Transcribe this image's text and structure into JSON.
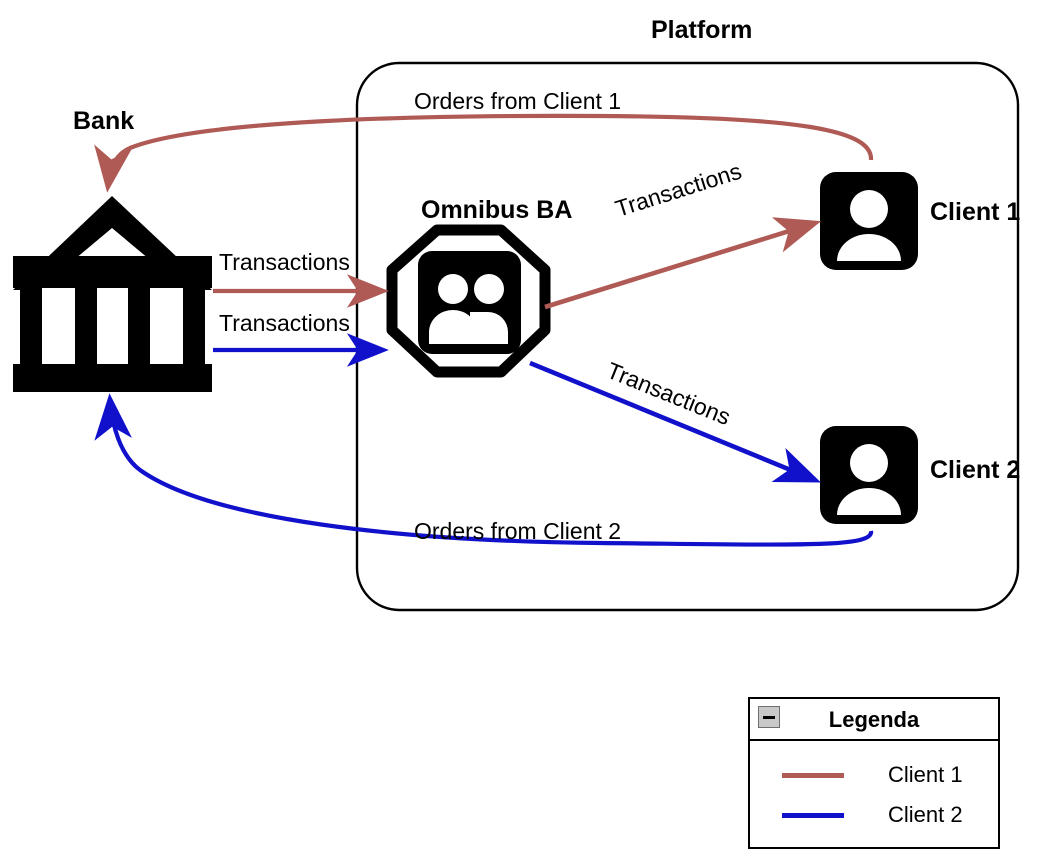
{
  "diagram": {
    "title_platform": "Platform",
    "nodes": [
      {
        "id": "bank",
        "label": "Bank",
        "icon": "bank-building-icon"
      },
      {
        "id": "omnibus",
        "label": "Omnibus BA",
        "icon": "group-people-icon"
      },
      {
        "id": "client1",
        "label": "Client 1",
        "icon": "person-icon"
      },
      {
        "id": "client2",
        "label": "Client 2",
        "icon": "person-icon"
      }
    ],
    "edges": [
      {
        "id": "bank-to-omnibus-red",
        "label": "Transactions",
        "color": "#b05a55"
      },
      {
        "id": "bank-to-omnibus-blue",
        "label": "Transactions",
        "color": "#1111cc"
      },
      {
        "id": "omnibus-to-client1",
        "label": "Transactions",
        "color": "#b05a55"
      },
      {
        "id": "omnibus-to-client2",
        "label": "Transactions",
        "color": "#1111cc"
      },
      {
        "id": "client1-to-bank",
        "label": "Orders from Client 1",
        "color": "#b05a55"
      },
      {
        "id": "client2-to-bank",
        "label": "Orders from Client 2",
        "color": "#1111cc"
      }
    ]
  },
  "legend": {
    "title": "Legenda",
    "collapse_icon": "minus-icon",
    "items": [
      {
        "label": "Client 1",
        "color": "#b05a55"
      },
      {
        "label": "Client 2",
        "color": "#1111cc"
      }
    ]
  },
  "colors": {
    "client1": "#b05a55",
    "client2": "#1111cc",
    "stroke": "#000000",
    "background": "#ffffff"
  }
}
